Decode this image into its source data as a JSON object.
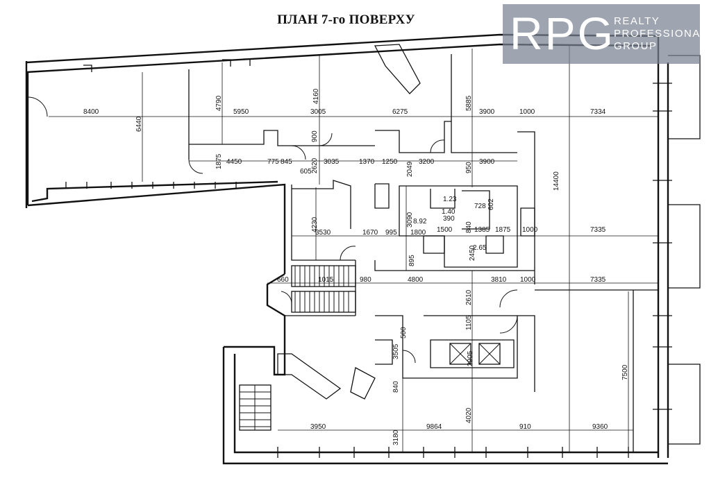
{
  "title": "ПЛАН 7-го ПОВЕРХУ",
  "logo": {
    "mark": "RPG",
    "line1": "REALTY",
    "line2": "PROFESSIONAL",
    "line3": "GROUP",
    "bg_color": "#7b8592"
  },
  "dimensions": [
    "8400",
    "6440",
    "4790",
    "5950",
    "4160",
    "3005",
    "6275",
    "5885",
    "3900",
    "1000",
    "7334",
    "14400",
    "900",
    "1875",
    "4450",
    "775",
    "845",
    "605",
    "2620",
    "3035",
    "1370",
    "1250",
    "2049",
    "3200",
    "950",
    "3900",
    "1.23",
    "602",
    "728",
    "1.40",
    "3090",
    "8.92",
    "390",
    "4230",
    "3530",
    "1670",
    "995",
    "1800",
    "1500",
    "840",
    "1385",
    "1875",
    "1000",
    "7335",
    "2.65",
    "895",
    "2450",
    "660",
    "1015",
    "980",
    "4800",
    "2610",
    "3810",
    "1000",
    "7335",
    "1105",
    "500",
    "3505",
    "2905",
    "7500",
    "840",
    "4020",
    "3950",
    "3180",
    "9864",
    "910",
    "9360"
  ]
}
